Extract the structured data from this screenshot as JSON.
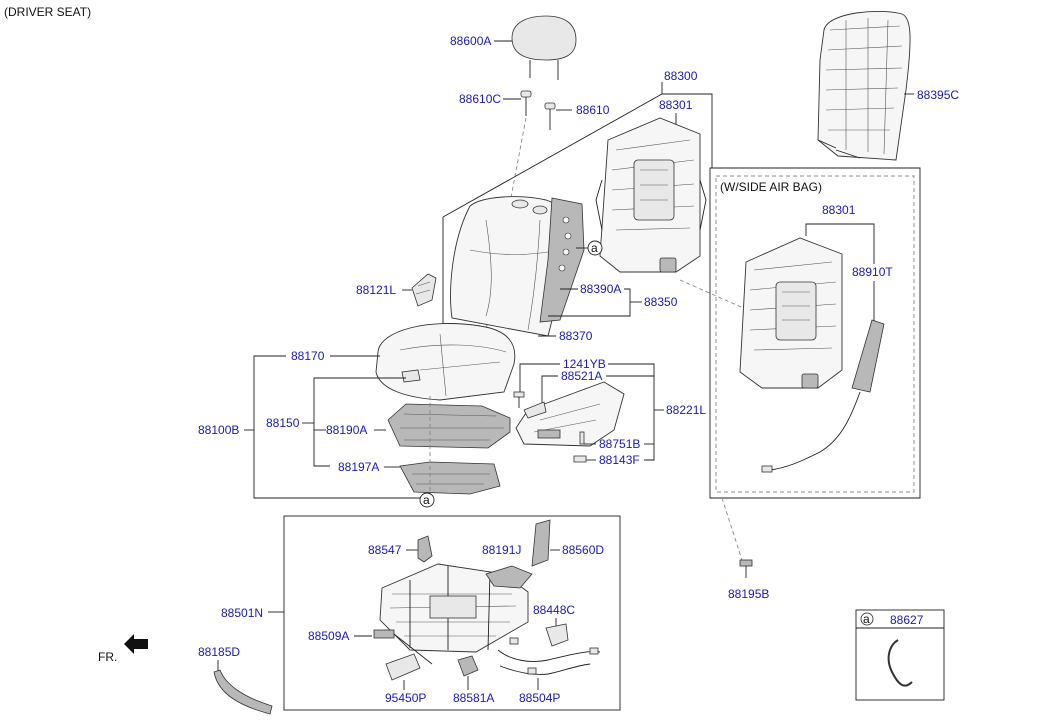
{
  "header": {
    "title": "(DRIVER SEAT)"
  },
  "airbag_box": {
    "title": "(W/SIDE AIR BAG)"
  },
  "callout_symbol": "a",
  "fr_label": "FR.",
  "parts": {
    "p88600A": "88600A",
    "p88610C": "88610C",
    "p88610": "88610",
    "p88300": "88300",
    "p88301": "88301",
    "p88395C": "88395C",
    "p88301b": "88301",
    "p88910T": "88910T",
    "p88121L": "88121L",
    "p88390A": "88390A",
    "p88350": "88350",
    "p88370": "88370",
    "p88170": "88170",
    "p1241YB": "1241YB",
    "p88521A": "88521A",
    "p88221L": "88221L",
    "p88100B": "88100B",
    "p88150": "88150",
    "p88190A": "88190A",
    "p88751B": "88751B",
    "p88143F": "88143F",
    "p88197A": "88197A",
    "p88547": "88547",
    "p88191J": "88191J",
    "p88560D": "88560D",
    "p88195B": "88195B",
    "p88501N": "88501N",
    "p88448C": "88448C",
    "p88509A": "88509A",
    "p88185D": "88185D",
    "p95450P": "95450P",
    "p88581A": "88581A",
    "p88504P": "88504P",
    "p88627": "88627"
  }
}
